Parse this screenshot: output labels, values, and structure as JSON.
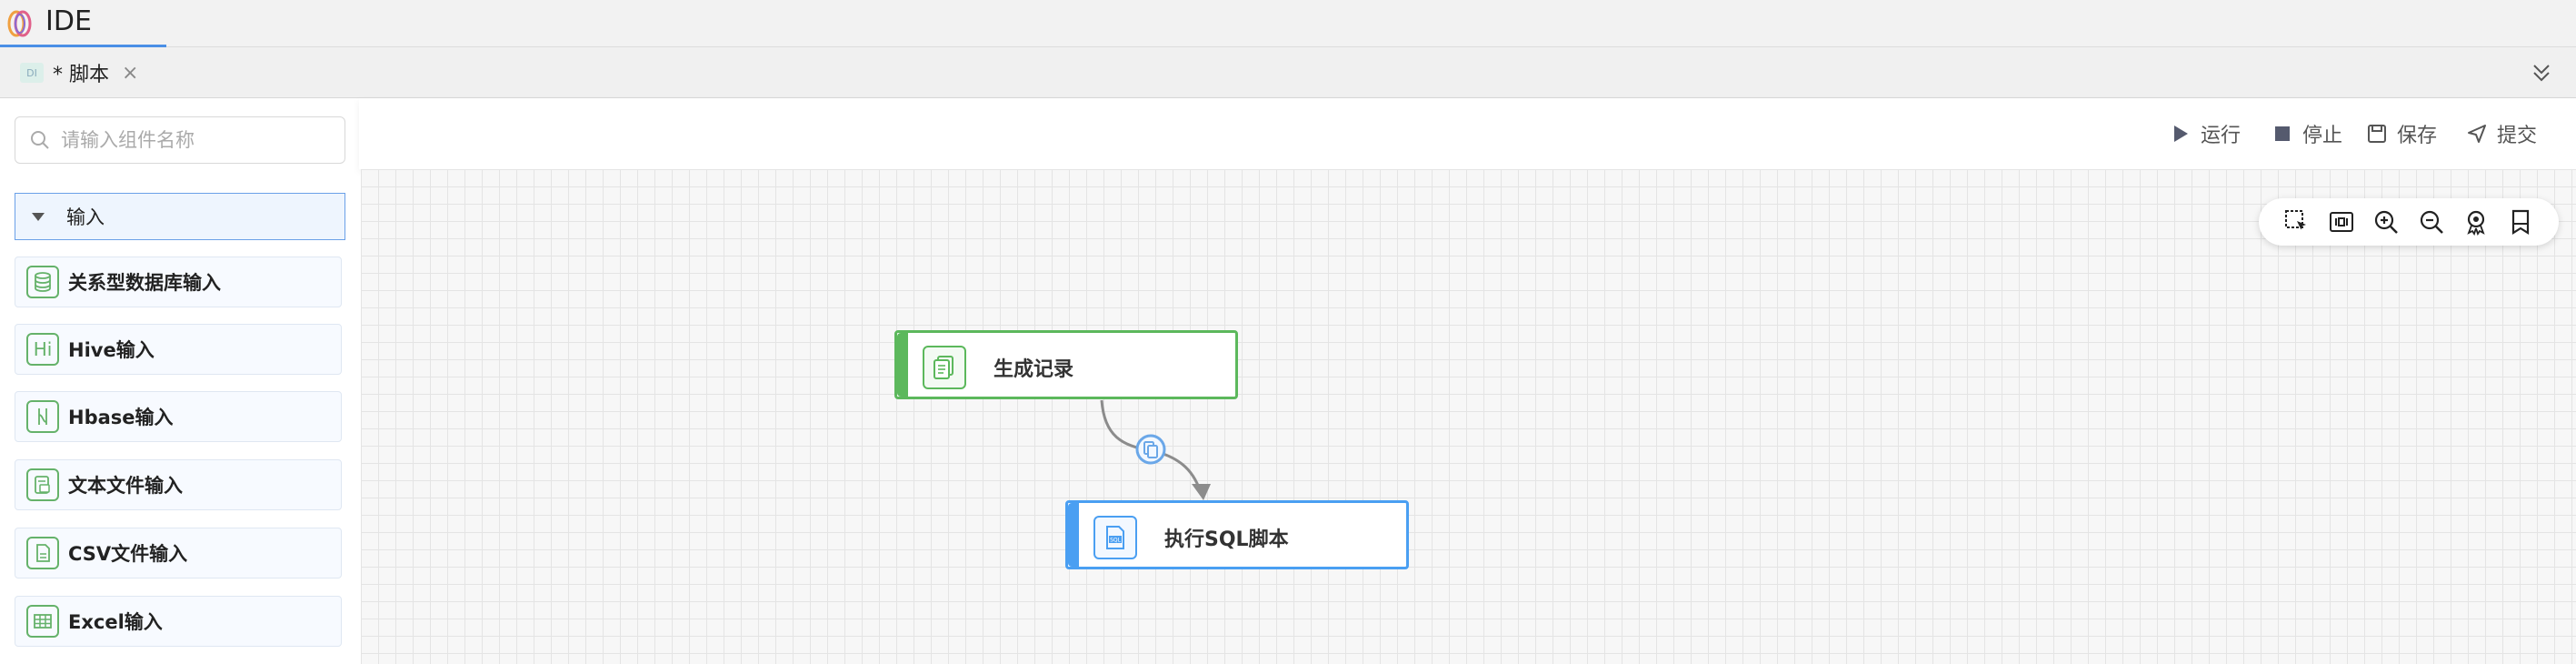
{
  "app": {
    "title": "IDE"
  },
  "tabs": [
    {
      "badge": "DI",
      "label": "* 脚本",
      "close": "×"
    }
  ],
  "sidebar": {
    "search_placeholder": "请输入组件名称",
    "group": {
      "label": "输入"
    },
    "items": [
      {
        "label": "关系型数据库输入",
        "icon": "database-icon"
      },
      {
        "label": "Hive输入",
        "icon": "hive-icon",
        "icon_text": "Hi"
      },
      {
        "label": "Hbase输入",
        "icon": "hbase-icon"
      },
      {
        "label": "文本文件输入",
        "icon": "text-file-icon"
      },
      {
        "label": "CSV文件输入",
        "icon": "csv-file-icon"
      },
      {
        "label": "Excel输入",
        "icon": "excel-table-icon"
      }
    ]
  },
  "toolbar": {
    "run": "运行",
    "stop": "停止",
    "save": "保存",
    "submit": "提交"
  },
  "canvas_tools": [
    "box-select-icon",
    "fit-view-icon",
    "zoom-in-icon",
    "zoom-out-icon",
    "reset-view-icon",
    "bookmark-icon"
  ],
  "nodes": [
    {
      "id": "gen",
      "label": "生成记录",
      "color": "#5cb85c",
      "icon": "generate-records-icon"
    },
    {
      "id": "sql",
      "label": "执行SQL脚本",
      "color": "#4a9ff2",
      "icon": "sql-script-icon"
    }
  ],
  "edge": {
    "from": "gen",
    "to": "sql",
    "icon": "copy-icon"
  },
  "colors": {
    "accent": "#4a8fe6",
    "green": "#5cb85c",
    "blue": "#4a9ff2"
  }
}
